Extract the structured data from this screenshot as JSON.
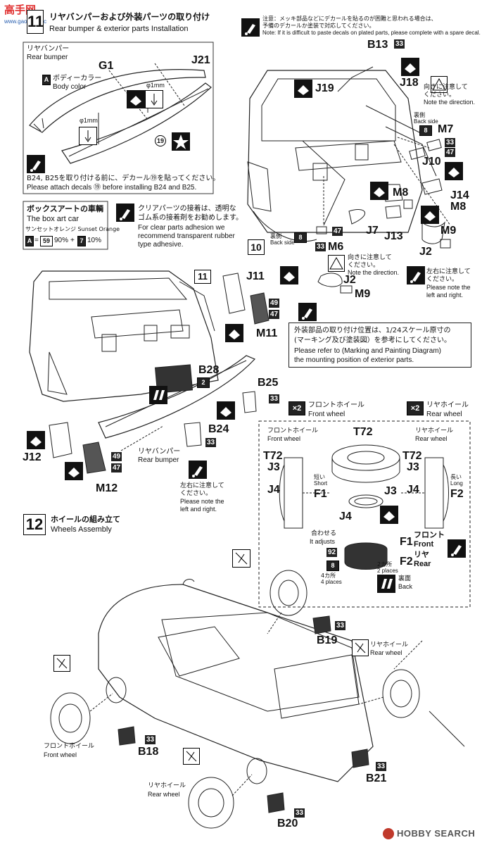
{
  "watermark": {
    "text_cn": "高手网",
    "url": "www.gaoshou.cc"
  },
  "section_top": {
    "step_symbol": "11",
    "title_jp": "リヤバンパーおよび外装パーツの取り付け",
    "title_en": "Rear bumper & exterior parts Installation"
  },
  "notice": {
    "jp": "注意：メッキ部品などにデカールを貼るのが困難と思われる場合は、",
    "jp2": "予備のデカールか塗装で対応してください。",
    "en": "Note: If it is difficult to paste decals on plated parts, please complete with a spare decal."
  },
  "bumper_box": {
    "label_jp": "リヤバンパー",
    "label_en": "Rear bumper",
    "g1": "G1",
    "j21": "J21",
    "color_letter": "A",
    "color_jp": "ボディーカラー",
    "color_en": "Body color",
    "phi1": "φ1mm",
    "phi2": "φ1mm",
    "decal19": "19",
    "note_jp": "B24, B25を取り付ける前に、デカール⑲を貼ってください。",
    "note_en": "Please attach decals ⑲ before installing B24 and B25."
  },
  "boxart": {
    "title_jp": "ボックスアートの車輌",
    "title_en": "The box art car",
    "color_line": "サンセットオレンジ Sunset Orange",
    "mix_a": "A",
    "mix_a_num": "59",
    "mix_a_pct": "90%",
    "mix_plus": "+",
    "mix_b_num": "7",
    "mix_b_pct": "10%"
  },
  "clear_parts": {
    "jp1": "クリアパーツの接着は、透明な",
    "jp2": "ゴム系の接着剤をお勧めします。",
    "en1": "For clear parts adhesion we",
    "en2": "recommend transparent rubber",
    "en3": "type adhesive."
  },
  "top_parts": {
    "b13": "B13",
    "d33a": "33",
    "j18": "J18",
    "j19": "J19",
    "dir_jp": "向きに注意して",
    "dir_jp2": "ください。",
    "dir_en": "Note the direction.",
    "back_jp": "裏側",
    "back_en": "Back side",
    "d8": "8",
    "m7": "M7",
    "d33b": "33",
    "d47": "47",
    "j10": "J10",
    "j14": "J14",
    "m8a": "M8",
    "m8b": "M8",
    "m9a": "M9",
    "j7": "J7",
    "j13": "J13",
    "j2a": "J2",
    "step10": "10",
    "back2_jp": "裏側",
    "back2_en": "Back side",
    "d8b": "8",
    "d47b": "47",
    "d33c": "33",
    "m6": "M6",
    "dir2_jp": "向きに注意して",
    "dir2_jp2": "ください。",
    "dir2_en": "Note the direction.",
    "lr_jp": "左右に注意して",
    "lr_jp2": "ください。",
    "lr_en": "Please note the",
    "lr_en2": "left and right.",
    "j2b": "J2",
    "m9b": "M9"
  },
  "mid_parts": {
    "step11": "11",
    "j11": "J11",
    "d49": "49",
    "d47": "47",
    "m11": "M11",
    "b28": "B28",
    "d2": "2",
    "b25": "B25",
    "d33": "33",
    "b24": "B24",
    "d33b": "33",
    "j12": "J12",
    "m12": "M12",
    "d49b": "49",
    "d47b": "47",
    "bumper_jp": "リヤバンパー",
    "bumper_en": "Rear bumper",
    "lr_jp": "左右に注意して",
    "lr_jp2": "ください。",
    "lr_en": "Please note the",
    "lr_en2": "left and right."
  },
  "exterior_note": {
    "jp": "外装部品の取り付け位置は、1/24スケール原寸の",
    "jp2": "(マーキング及び塗装図）を参考にしてください。",
    "en": "Please refer to (Marking and Painting Diagram)",
    "en2": "the mounting position of exterior parts."
  },
  "wheels_header": {
    "x2a": "×2",
    "front_jp": "フロントホイール",
    "front_en": "Front wheel",
    "x2b": "×2",
    "rear_jp": "リヤホイール",
    "rear_en": "Rear wheel"
  },
  "wheel_box": {
    "fw_jp": "フロントホイール",
    "fw_en": "Front wheel",
    "rw_jp": "リヤホイール",
    "rw_en": "Rear wheel",
    "t72": "T72",
    "t72l": "T72",
    "j3l": "J3",
    "j4l": "J4",
    "f1l": "F1",
    "short_jp": "短い",
    "short_en": "Short",
    "t72r": "T72",
    "j3r": "J3",
    "j4r": "J4",
    "f2r": "F2",
    "long_jp": "長い",
    "long_en": "Long",
    "j3c": "J3",
    "j4c": "J4",
    "adjust_jp": "合わせる",
    "adjust_en": "It adjusts",
    "d92": "92",
    "d8": "8",
    "four_jp": "4カ所",
    "four_en": "4 places",
    "two_jp": "2カ所",
    "two_en": "2 places",
    "f1c": "F1",
    "f1c_jp": "フロント",
    "f1c_en": "Front",
    "f2c": "F2",
    "f2c_jp": "リヤ",
    "f2c_en": "Rear",
    "back_jp": "裏面",
    "back_en": "Back"
  },
  "section_12": {
    "number": "12",
    "title_jp": "ホイールの組み立て",
    "title_en": "Wheels Assembly"
  },
  "bottom": {
    "b19": "B19",
    "d33a": "33",
    "rw_jp": "リヤホイール",
    "rw_en": "Rear wheel",
    "fw_jp": "フロントホイール",
    "fw_en": "Front wheel",
    "b18": "B18",
    "d33b": "33",
    "rw2_jp": "リヤホイール",
    "rw2_en": "Rear wheel",
    "b21": "B21",
    "d33c": "33",
    "b20": "B20",
    "d33d": "33"
  },
  "footer_logo": {
    "text": "HOBBY SEARCH",
    "icon": "hobbysearch-logo"
  }
}
